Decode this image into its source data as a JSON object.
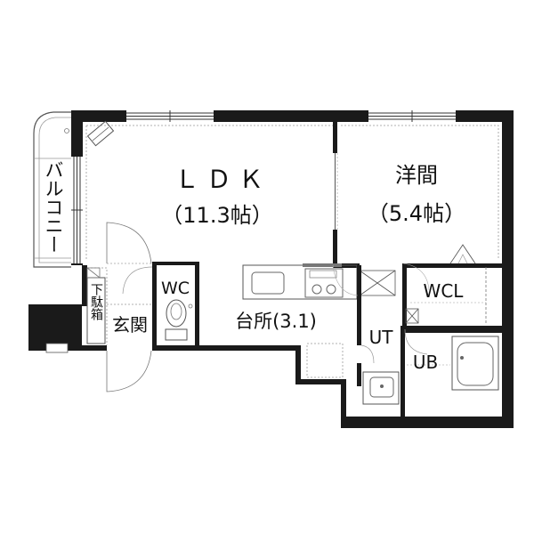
{
  "rooms": {
    "ldk": {
      "name": "ＬＤＫ",
      "area": "（11.3帖）"
    },
    "western": {
      "name": "洋間",
      "area": "（5.4帖）"
    },
    "kitchen": {
      "label": "台所(3.1)"
    },
    "wc": {
      "label": "WC"
    },
    "wcl": {
      "label": "WCL"
    },
    "ut": {
      "label": "UT"
    },
    "ub": {
      "label": "UB"
    },
    "entrance": {
      "label": "玄関"
    },
    "shoe_box": {
      "label": "下駄箱"
    },
    "balcony": {
      "label": "バルコニー"
    }
  },
  "colors": {
    "wall": "#1a1a1a",
    "line": "#333333",
    "fixture": "#666666",
    "background": "#ffffff"
  }
}
